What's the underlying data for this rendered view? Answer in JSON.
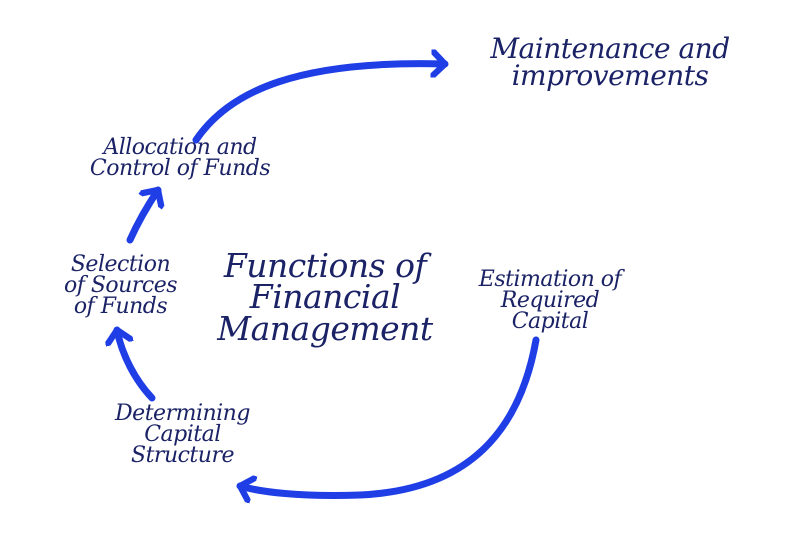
{
  "title": [
    "Functions of",
    "Financial",
    "Management"
  ],
  "steps": {
    "estimation": [
      "Estimation of",
      "Required",
      "Capital"
    ],
    "determining": [
      "Determining",
      "Capital",
      "Structure"
    ],
    "selection": [
      "Selection",
      "of Sources",
      "of Funds"
    ],
    "allocation": [
      "Allocation and",
      "Control of Funds"
    ],
    "maintenance": [
      "Maintenance and",
      "improvements"
    ]
  },
  "colors": {
    "arrow": "#1f3ee6",
    "text": "#1b2366"
  }
}
